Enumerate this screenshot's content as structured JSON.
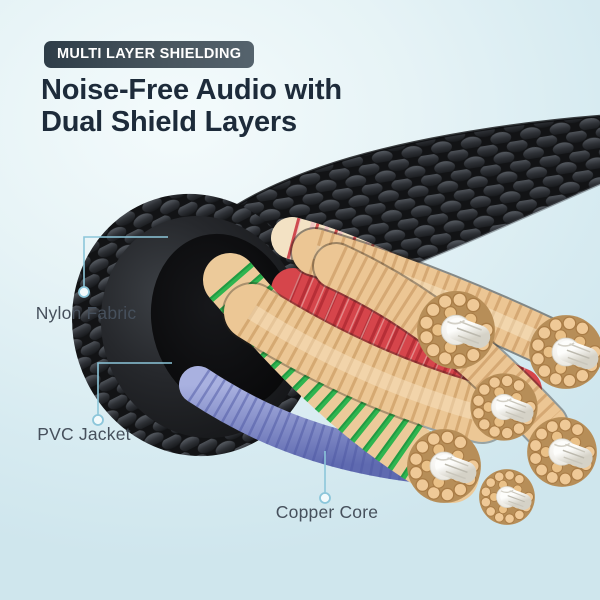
{
  "badge": {
    "label": "MULTI LAYER SHIELDING"
  },
  "heading": {
    "line1": "Noise-Free Audio with",
    "line2": "Dual Shield Layers"
  },
  "callouts": [
    {
      "id": "nylon-fabric",
      "label": "Nylon Fabric"
    },
    {
      "id": "pvc-jacket",
      "label": "PVC Jacket"
    },
    {
      "id": "copper-core",
      "label": "Copper Core"
    }
  ],
  "colors": {
    "background_top": "#f4fbfc",
    "background_bottom": "#cfe6ed",
    "badge_gradient_start": "#2e3d48",
    "badge_gradient_end": "#55636d",
    "badge_text": "#ffffff",
    "heading_text": "#1d2b3a",
    "label_text": "#46505c",
    "callout_line": "#8cc6da",
    "nylon_braid_black": "#2b2e33",
    "pvc_jacket_black": "#222427",
    "copper_tan": "#eec592",
    "wire_green": "#2fb54f",
    "wire_red": "#d6444a",
    "wire_blue": "#7b86c6",
    "strand_white": "#f7f6f2"
  }
}
